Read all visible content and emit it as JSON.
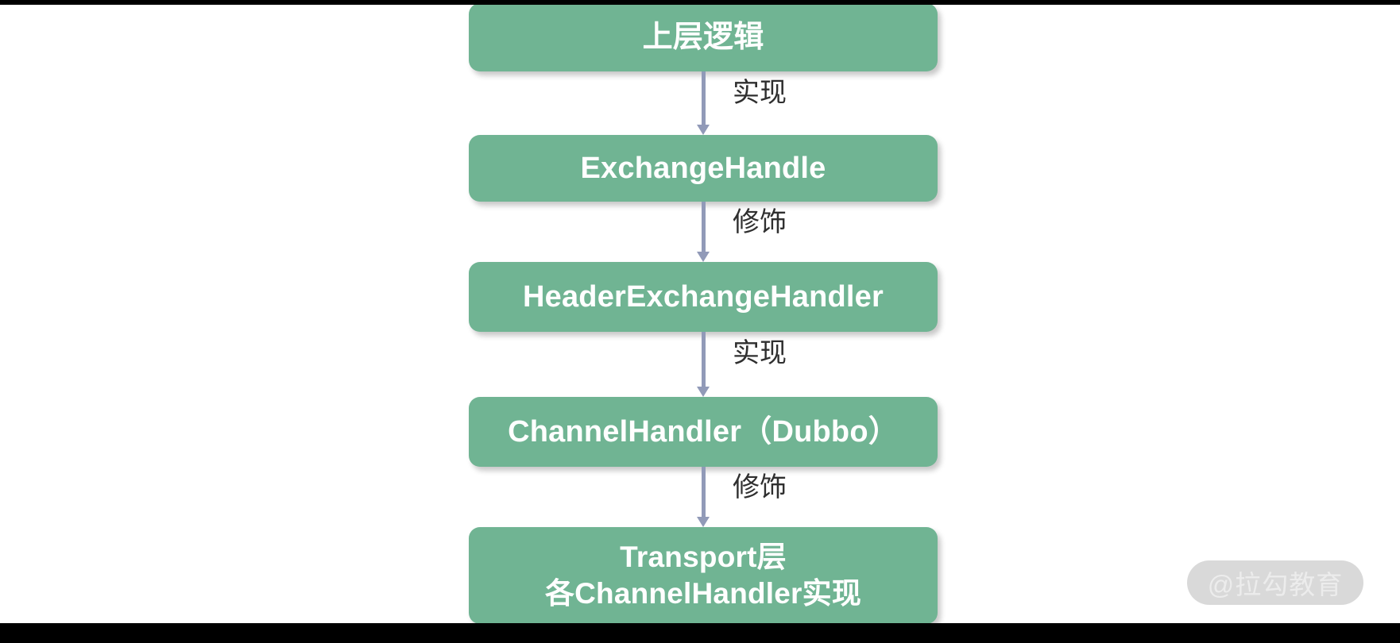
{
  "page": {
    "background_color": "#ffffff",
    "letterbox_color": "#000000"
  },
  "theme": {
    "node_fill": "#70b493",
    "node_text_color": "#ffffff",
    "connector_color": "#919ab8",
    "edge_label_color": "#2f2f2f",
    "watermark_pill_color": "#d9d9d9",
    "watermark_text_color": "#ececec"
  },
  "diagram": {
    "type": "flowchart",
    "orientation": "top-to-bottom",
    "nodes": [
      {
        "id": "upper-logic",
        "label": "上层逻辑"
      },
      {
        "id": "exchange-handle",
        "label": "ExchangeHandle"
      },
      {
        "id": "header-exchange-handler",
        "label": "HeaderExchangeHandler"
      },
      {
        "id": "channel-handler-dubbo",
        "label": "ChannelHandler（Dubbo）"
      },
      {
        "id": "transport-layer",
        "label": "Transport层\n各ChannelHandler实现"
      }
    ],
    "edges": [
      {
        "from": "upper-logic",
        "to": "exchange-handle",
        "label": "实现"
      },
      {
        "from": "exchange-handle",
        "to": "header-exchange-handler",
        "label": "修饰"
      },
      {
        "from": "header-exchange-handler",
        "to": "channel-handler-dubbo",
        "label": "实现"
      },
      {
        "from": "channel-handler-dubbo",
        "to": "transport-layer",
        "label": "修饰"
      }
    ]
  },
  "watermark": {
    "text": "@拉勾教育"
  }
}
